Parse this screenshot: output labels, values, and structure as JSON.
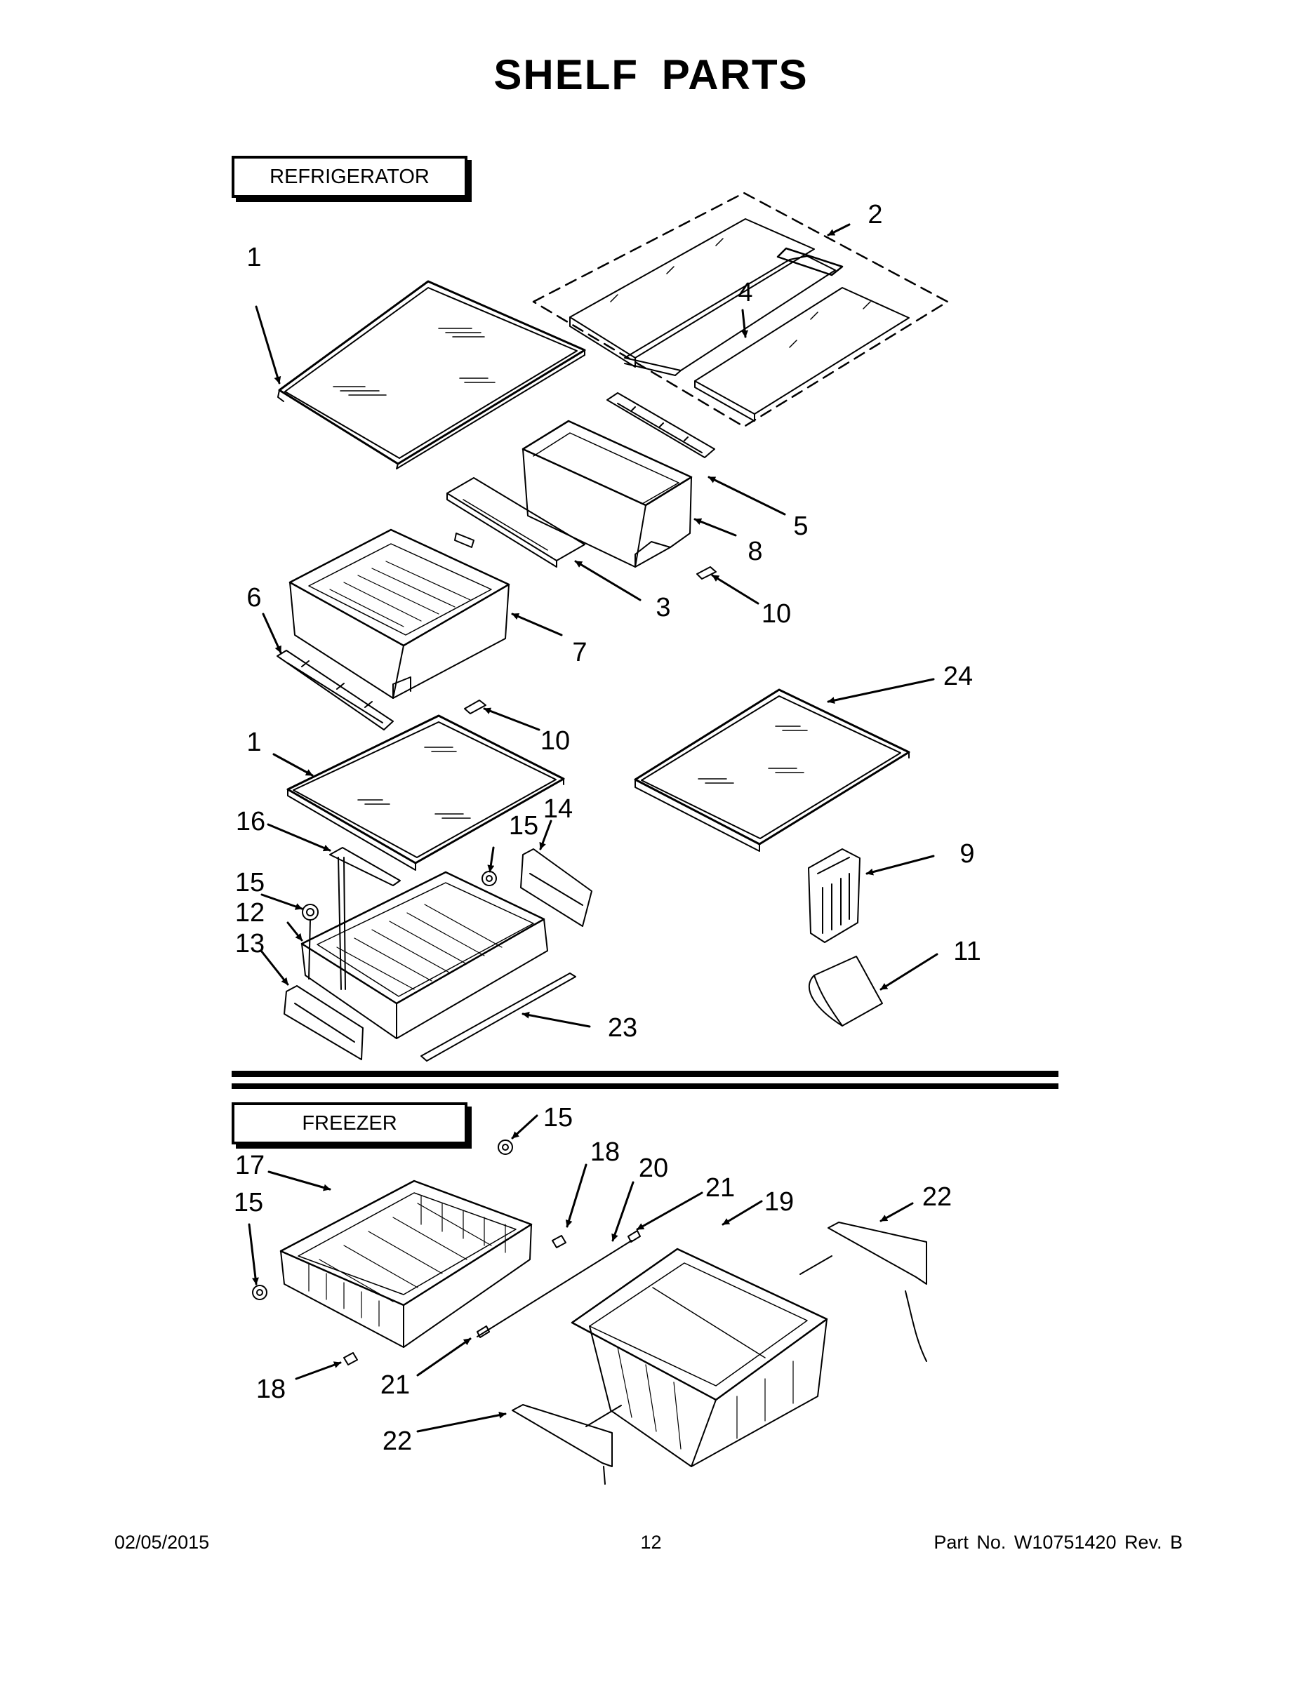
{
  "title": "SHELF PARTS",
  "sections": {
    "refrigerator": "REFRIGERATOR",
    "freezer": "FREEZER"
  },
  "callouts": {
    "c1a": "1",
    "c2": "2",
    "c4": "4",
    "c5": "5",
    "c8": "8",
    "c3": "3",
    "c10a": "10",
    "c6": "6",
    "c7": "7",
    "c10b": "10",
    "c24": "24",
    "c1b": "1",
    "c16": "16",
    "c15a": "15",
    "c14": "14",
    "c15b": "15",
    "c12": "12",
    "c13": "13",
    "c9": "9",
    "c11": "11",
    "c23": "23",
    "c15c": "15",
    "c17": "17",
    "c18a": "18",
    "c20": "20",
    "c21a": "21",
    "c19": "19",
    "c22a": "22",
    "c15d": "15",
    "c18b": "18",
    "c21b": "21",
    "c22b": "22"
  },
  "footer": {
    "date": "02/05/2015",
    "page": "12",
    "part": "Part No.  W10751420  Rev.  B"
  }
}
